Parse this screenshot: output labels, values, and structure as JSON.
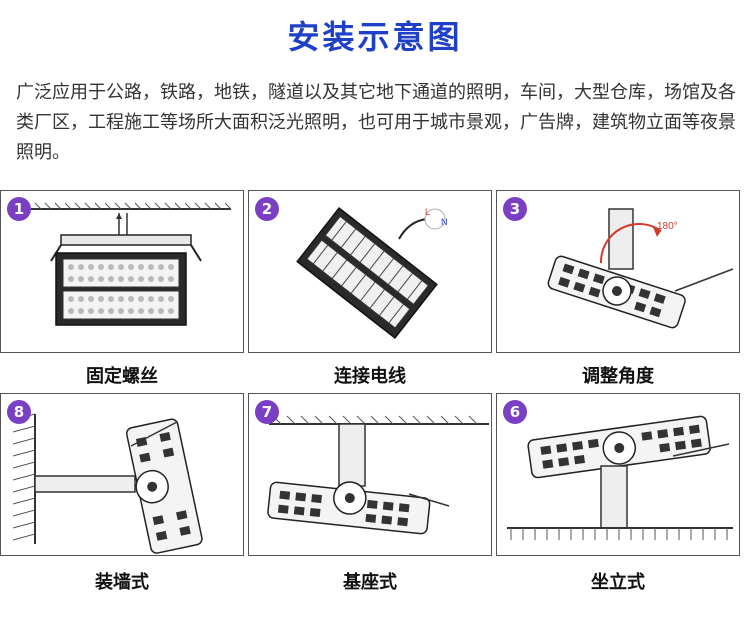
{
  "title": "安装示意图",
  "description": "广泛应用于公路，铁路，地铁，隧道以及其它地下通道的照明，车间，大型仓库，场馆及各类厂区，工程施工等场所大面积泛光照明，也可用于城市景观，广告牌，建筑物立面等夜景照明。",
  "steps": [
    {
      "number": "1",
      "label": "固定螺丝"
    },
    {
      "number": "2",
      "label": "连接电线"
    },
    {
      "number": "3",
      "label": "调整角度"
    },
    {
      "number": "8",
      "label": "装墙式"
    },
    {
      "number": "7",
      "label": "基座式"
    },
    {
      "number": "6",
      "label": "坐立式"
    }
  ],
  "annotations": {
    "rotation": "180°",
    "wire_l": "L",
    "wire_n": "N"
  },
  "colors": {
    "title": "#1e3fc8",
    "badge": "#7b3fc4",
    "rotation_arrow": "#d23b2b"
  }
}
